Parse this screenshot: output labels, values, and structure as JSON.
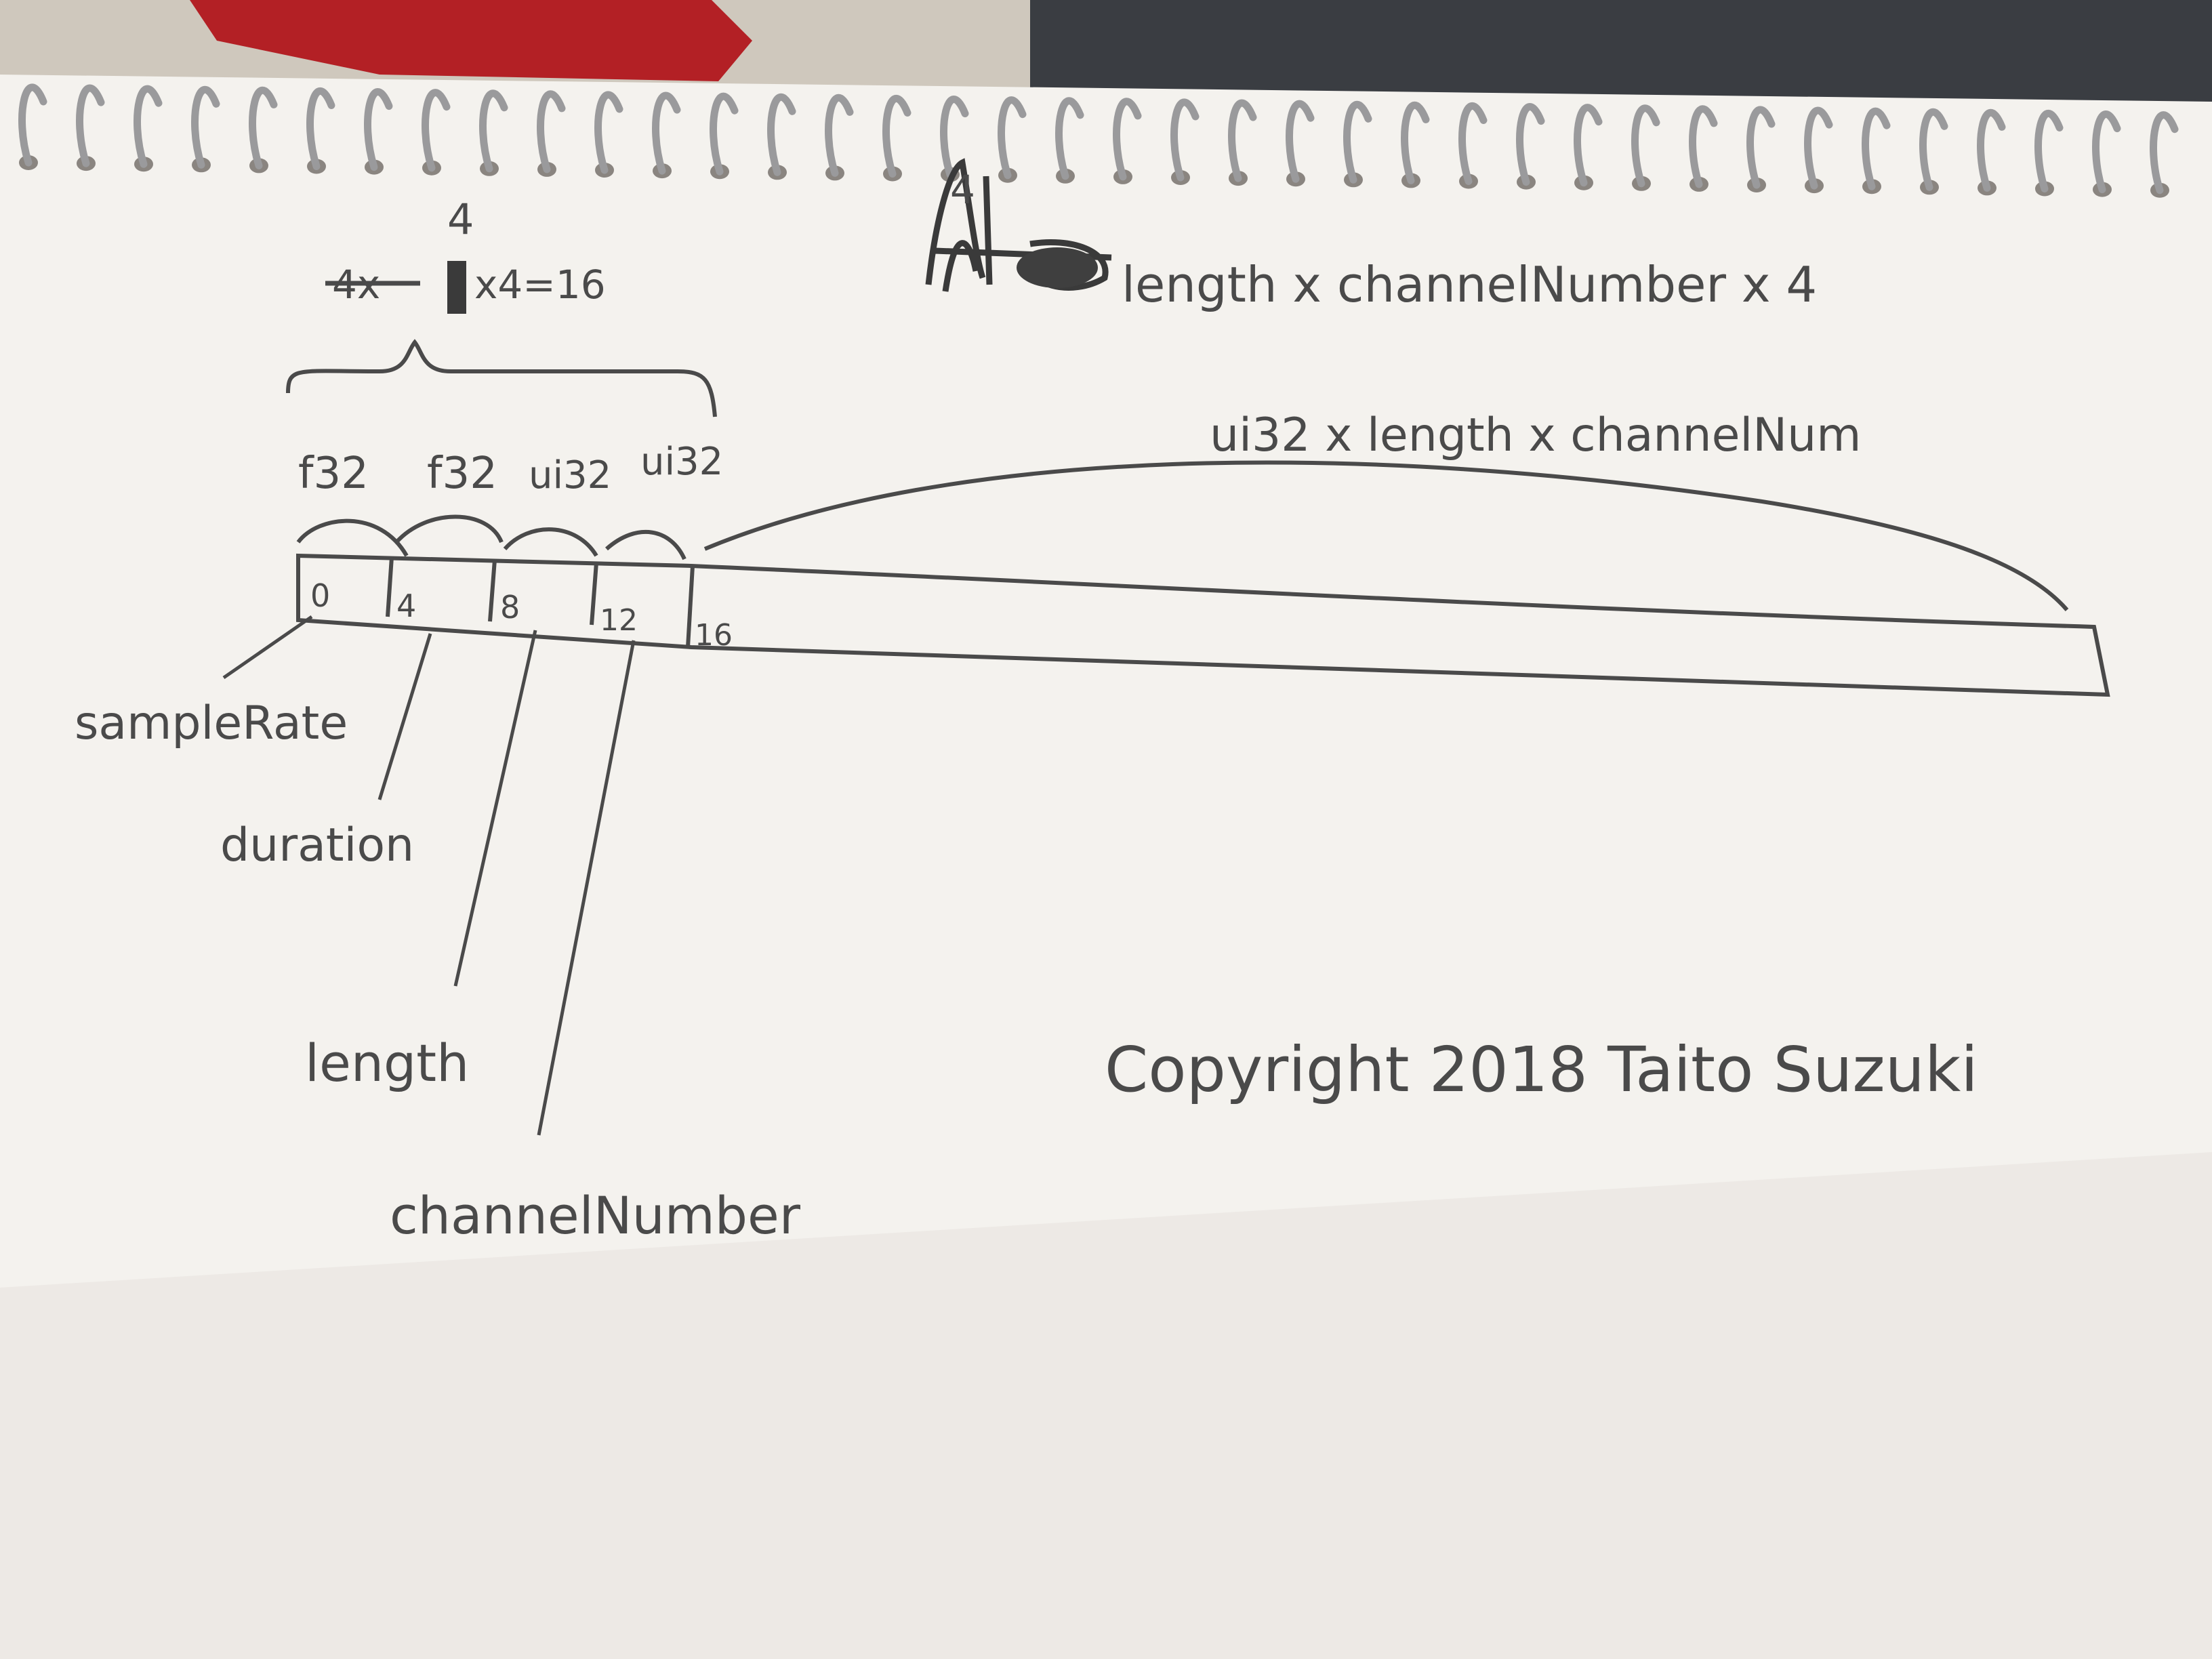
{
  "header": {
    "top_multiplier": "4",
    "struck_text": "4x",
    "formula": "x4=16",
    "right_formula_scribble": "4",
    "right_formula": "length x channelNumber x 4"
  },
  "fields": [
    {
      "type": "f32",
      "offset": "0",
      "name": "sampleRate"
    },
    {
      "type": "f32",
      "offset": "4",
      "name": "duration"
    },
    {
      "type": "ui32",
      "offset": "8",
      "name": "length"
    },
    {
      "type": "ui32",
      "offset": "12",
      "name": "channelNumber"
    }
  ],
  "data_block": {
    "offset": "16",
    "label": "ui32 x length x channelNum"
  },
  "copyright": "Copyright 2018 Taito Suzuki",
  "colors": {
    "paper": "#f4f2ee",
    "ink": "#4a4a4a",
    "background_top": "#b32025",
    "background_right": "#3a3d42"
  }
}
